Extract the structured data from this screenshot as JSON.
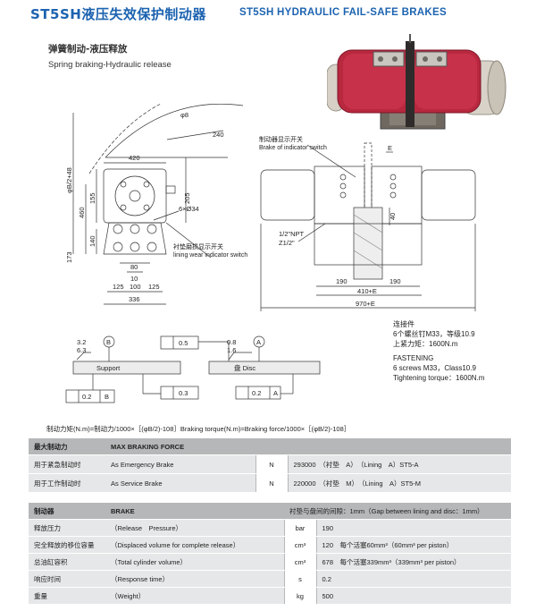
{
  "header": {
    "title_cn": "ST5SH液压失效保护制动器",
    "title_en": "ST5SH HYDRAULIC FAIL-SAFE BRAKES",
    "subtitle_cn": "弹簧制动-液压释放",
    "subtitle_en": "Spring braking-Hydraulic release"
  },
  "drawing_left": {
    "dims": {
      "phi8": "φ8",
      "d240": "240",
      "d420": "420",
      "phiB": "φB/2+48",
      "d205": "205",
      "d155": "155",
      "d460": "460",
      "d140": "140",
      "d173": "173",
      "phi34": "6×Ø34",
      "d80": "80",
      "d10": "10",
      "d125a": "125",
      "d100": "100",
      "d125b": "125",
      "d336": "336"
    },
    "wear_indicator_cn": "衬垫磨损显示开关",
    "wear_indicator_en": "lining wear indicator switch"
  },
  "drawing_right": {
    "indicator_cn": "制动器显示开关",
    "indicator_en": "Brake of indicator switch",
    "label_e": "E",
    "d40": "40",
    "npt": "1/2\"NPT",
    "z12": "Z1/2\"",
    "d190a": "190",
    "d190b": "190",
    "d410": "410+E",
    "d970": "970+E"
  },
  "fastening": {
    "cn1": "连接件",
    "cn2": "6个螺丝钉M33，等级10.9",
    "cn3": "上紧力矩：1600N.m",
    "en_title": "FASTENING",
    "en1": "6 screws M33，Class10.9",
    "en2": "Tightening torque：1600N.m"
  },
  "tolerance": {
    "v32": "3.2",
    "v63": "6.3",
    "datumB": "B",
    "par05": "0.5",
    "v08": "0.8",
    "v16": "1.6",
    "datumA": "A",
    "support": "Support",
    "disc": "盘 Disc",
    "runout": "0.3",
    "par02B": "0.2",
    "par02B_ref": "B",
    "par02A": "0.2",
    "par02A_ref": "A"
  },
  "formula": "制动力矩(N.m)=制动力/1000×［(φB/2)-108］Braking torque(N.m)=Braking force/1000×［(φB/2)-108］",
  "table1": {
    "header": {
      "cn": "最大制动力",
      "en": "MAX BRAKING FORCE"
    },
    "rows": [
      {
        "cn": "用于紧急制动时",
        "en": "As Emergency Brake",
        "unit": "N",
        "value": "293000　（衬垫　A）　（Lining　A）ST5-A"
      },
      {
        "cn": "用于工作制动时",
        "en": "As Service Brake",
        "unit": "N",
        "value": "220000　（衬垫　M）　（Lining　A）ST5-M"
      }
    ]
  },
  "table2": {
    "header": {
      "cn": "制动器",
      "en": "BRAKE",
      "note": "衬垫与盘间的间隙：1mm（Gap between lining and disc：1mm）"
    },
    "rows": [
      {
        "cn": "释放压力",
        "en": "（Release　Pressure）",
        "unit": "bar",
        "value": "190"
      },
      {
        "cn": "完全释放的移位容量",
        "en": "（Displaced volume for complete release）",
        "unit": "cm³",
        "value": "120　每个活塞60mm³（60mm³ per piston）"
      },
      {
        "cn": "总油缸容积",
        "en": "（Total cylinder volume）",
        "unit": "cm³",
        "value": "678　每个活塞339mm³（339mm³ per piston）"
      },
      {
        "cn": "响应时间",
        "en": "（Response time）",
        "unit": "s",
        "value": "0.2"
      },
      {
        "cn": "重量",
        "en": "（Weight）",
        "unit": "kg",
        "value": "500"
      }
    ]
  },
  "colors": {
    "title_blue": "#1c63b0",
    "brake_red": "#b8283f",
    "table_header": "#b6b7b9",
    "table_row": "#e6e7e8"
  }
}
